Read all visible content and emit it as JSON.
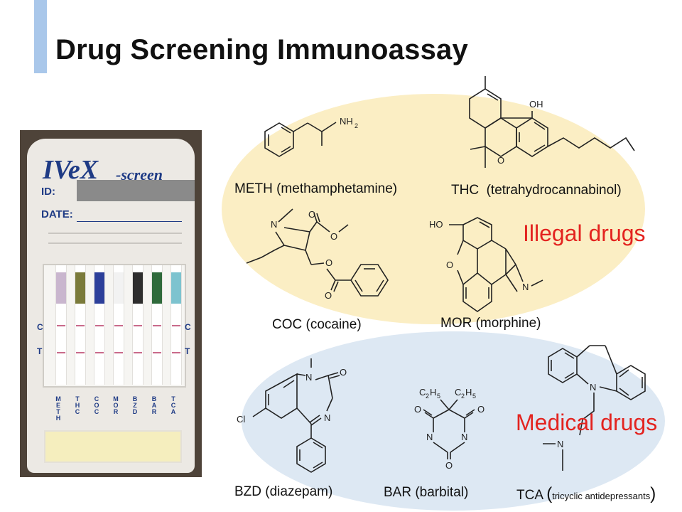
{
  "slide": {
    "title": "Drug Screening Immunoassay"
  },
  "groups": {
    "illegal": "Illegal drugs",
    "medical": "Medical drugs"
  },
  "captions": {
    "meth": "METH (methamphetamine)",
    "thc": "THC  (tetrahydrocannabinol)",
    "coc": "COC (cocaine)",
    "mor": "MOR (morphine)",
    "bzd": "BZD (diazepam)",
    "bar": "BAR (barbital)",
    "tca_prefix": "TCA ",
    "tca_paren_open": "(",
    "tca_detail": "tricyclic antidepressants",
    "tca_paren_close": ")"
  },
  "atoms": {
    "nh": "NH",
    "sub2": "2",
    "oh": "OH",
    "ho": "HO",
    "o": "O",
    "n": "N",
    "cl": "Cl",
    "c": "C",
    "h": "H",
    "sub5": "5"
  },
  "photo": {
    "brand": "IVeX",
    "brand_sub": "-screen",
    "id_label": "ID:",
    "date_label": "DATE:",
    "c_mark": "C",
    "t_mark": "T",
    "strip_codes": [
      "METH",
      "THC",
      "COC",
      "MOR",
      "BZD",
      "BAR",
      "TCA"
    ],
    "strip_colors": [
      "#c9b6ce",
      "#7a7a3a",
      "#2c3f9a",
      "#f2f2f2",
      "#2e2e2e",
      "#2f6a3b",
      "#7dc3cf"
    ]
  }
}
